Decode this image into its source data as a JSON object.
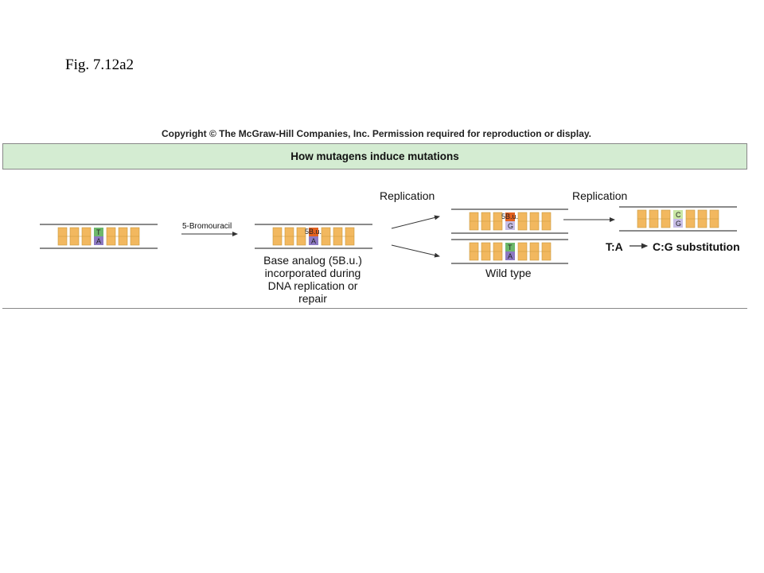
{
  "figure_label": "Fig. 7.12a2",
  "copyright": "Copyright © The McGraw-Hill Companies, Inc. Permission required for reproduction or display.",
  "title": "How mutagens induce mutations",
  "step1_label": "5-Bromouracil",
  "replication_label_1": "Replication",
  "replication_label_2": "Replication",
  "analog_caption": "Base analog (5B.u.) incorporated during DNA replication or repair",
  "wild_type_label": "Wild type",
  "substitution": {
    "from": "T:A",
    "to": "C:G substitution"
  },
  "bases": {
    "t": "T",
    "a": "A",
    "bu": "5B.u.",
    "g": "G",
    "c": "C"
  },
  "colors": {
    "strand": "#8a8a8a",
    "base_pair": "#f2b85f",
    "thymine": "#6db86b",
    "adenine": "#8c78c2",
    "bromouracil": "#e2611f",
    "guanine": "#c7bde6",
    "cytosine": "#c8e6a3",
    "title_bg": "#d4ecd2"
  }
}
